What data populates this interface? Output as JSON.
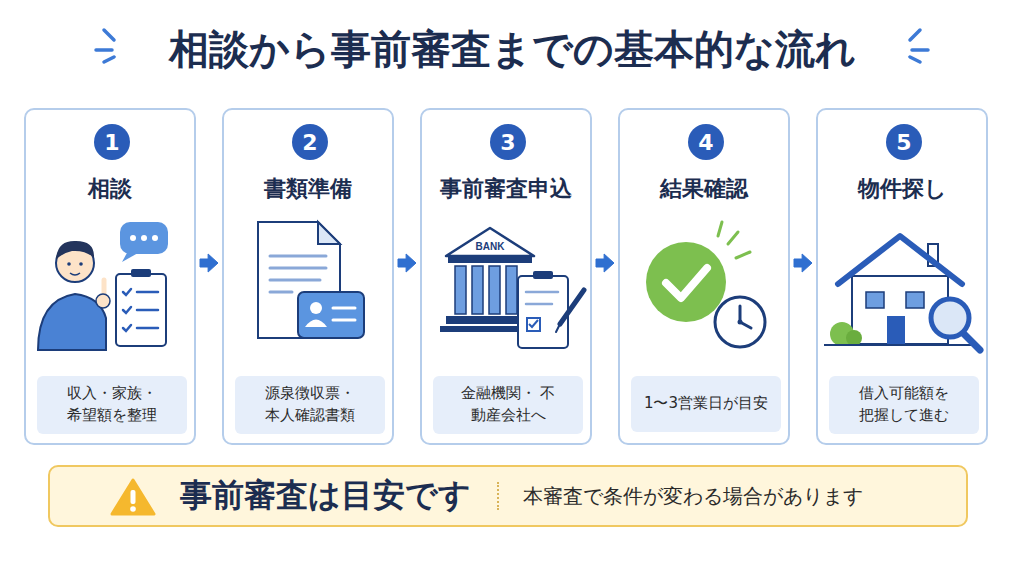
{
  "diagram": {
    "title": "相談から事前審査までの基本的な流れ",
    "nodes": [
      {
        "text": [
          "相談"
        ]
      },
      {
        "text": [
          "1"
        ],
        "in": 0
      },
      {
        "text": [
          "収入・家族・ 希望額を整理"
        ],
        "in": 0
      },
      {
        "text": [
          "書類準備"
        ]
      },
      {
        "text": [
          "2"
        ],
        "in": 3
      },
      {
        "text": [
          "源泉徴収票・ 本人確認書類"
        ],
        "in": 3
      },
      {
        "text": [
          "事前審査申込"
        ]
      },
      {
        "text": [
          "3"
        ],
        "in": 6
      },
      {
        "text": [
          "金融機関・ 不動産会社へ"
        ],
        "in": 6
      },
      {
        "text": [
          "結果確認"
        ]
      },
      {
        "text": [
          "4"
        ],
        "in": 9
      },
      {
        "text": [
          "1〜3営業日が目安"
        ],
        "in": 9
      },
      {
        "text": [
          "物件探し"
        ]
      },
      {
        "text": [
          "5"
        ],
        "in": 12
      },
      {
        "text": [
          "借入可能額を 把握して進む"
        ],
        "in": 12
      },
      {
        "text": [
          "事前審査は目安です",
          "本審査で条件が変わる場合があります"
        ]
      }
    ],
    "edges": [
      {
        "from": 0,
        "to": 3,
        "arrow": "to"
      },
      {
        "from": 3,
        "to": 6,
        "arrow": "to"
      },
      {
        "from": 6,
        "to": 9,
        "arrow": "to"
      },
      {
        "from": 9,
        "to": 12,
        "arrow": "to"
      }
    ],
    "labels": [
      "BANK"
    ]
  }
}
